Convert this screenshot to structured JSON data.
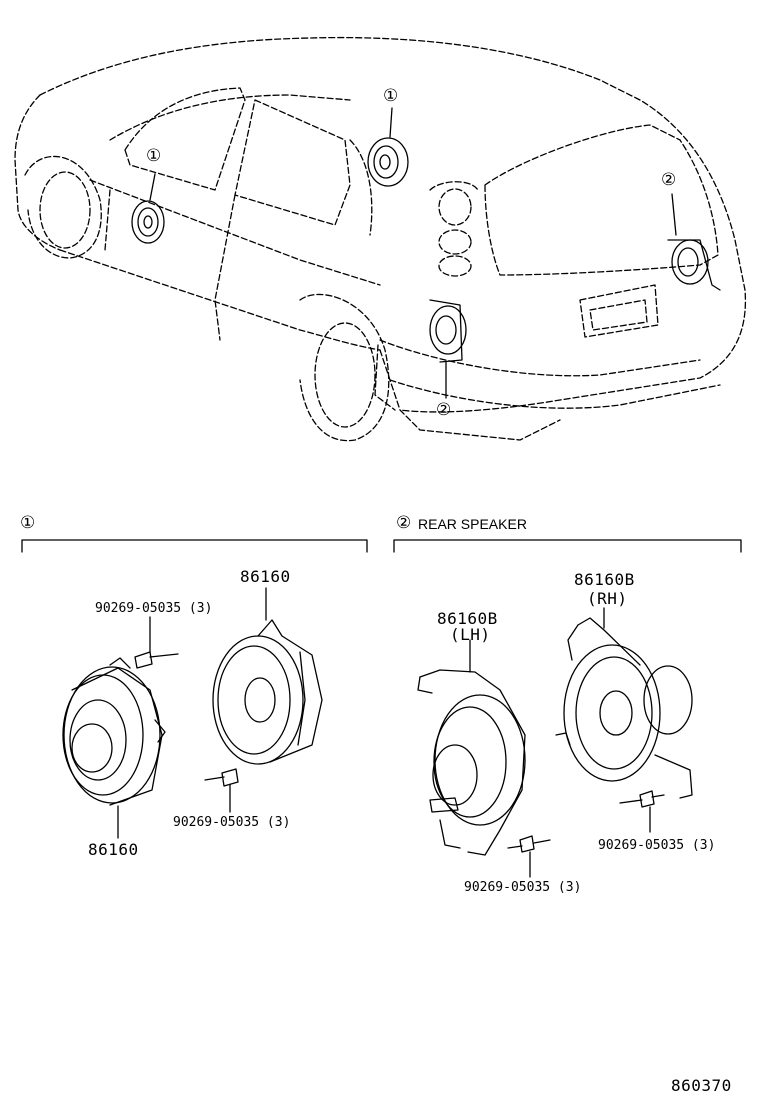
{
  "car_callouts": {
    "c1_left": "①",
    "c1_top": "①",
    "c2_right": "②",
    "c2_bottom": "②"
  },
  "section1": {
    "marker": "①"
  },
  "section2": {
    "marker": "②",
    "title": "REAR SPEAKER"
  },
  "parts": {
    "p86160_top": "86160",
    "p86160_bottom": "86160",
    "p86160B_lh": "86160B",
    "lh": "(LH)",
    "p86160B_rh": "86160B",
    "rh": "(RH)",
    "screw_1a": "90269-05035 (3)",
    "screw_1b": "90269-05035 (3)",
    "screw_2a": "90269-05035 (3)",
    "screw_2b": "90269-05035 (3)"
  },
  "figure_id": "860370"
}
